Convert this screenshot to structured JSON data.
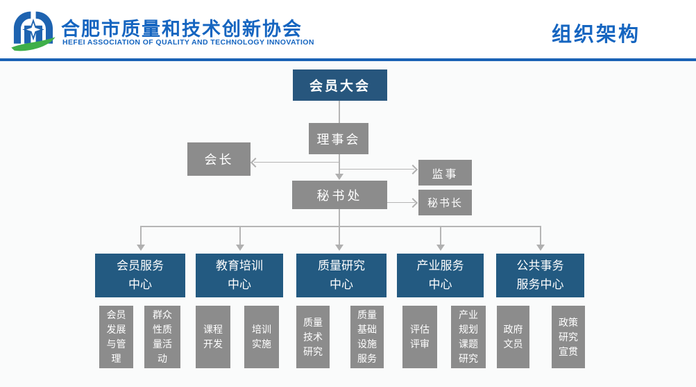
{
  "header": {
    "logo_icon": "hefei-association-logo",
    "org_name_zh": "合肥市质量和技术创新协会",
    "org_name_en": "HEFEI ASSOCIATION OF QUALITY AND TECHNOLOGY INNOVATION",
    "page_title": "组织架构"
  },
  "colors": {
    "accent_blue": "#1565c0",
    "divider_blue": "#1a62b5",
    "node_dark_blue": "#27567d",
    "node_gray": "#8c8c8c",
    "connector_gray": "#b5b5b5",
    "logo_green": "#3faf49",
    "canvas_bg": "#fafbfb"
  },
  "org_chart": {
    "type": "org-hierarchy-diagram",
    "root": "会员大会",
    "council": "理事会",
    "president": "会长",
    "supervisor": "监事",
    "secretariat": "秘书处",
    "secretary_general": "秘书长",
    "centers": [
      {
        "name": "会员服务中心",
        "departments": [
          "会员发展与管理",
          "群众性质量活动"
        ]
      },
      {
        "name": "教育培训中心",
        "departments": [
          "课程开发",
          "培训实施"
        ]
      },
      {
        "name": "质量研究中心",
        "departments": [
          "质量技术研究",
          "质量基础设施服务"
        ]
      },
      {
        "name": "产业服务中心",
        "departments": [
          "评估评审",
          "产业规划课题研究"
        ]
      },
      {
        "name": "公共事务服务中心",
        "departments": [
          "政府文员",
          "政策研究宣贯"
        ]
      }
    ]
  }
}
